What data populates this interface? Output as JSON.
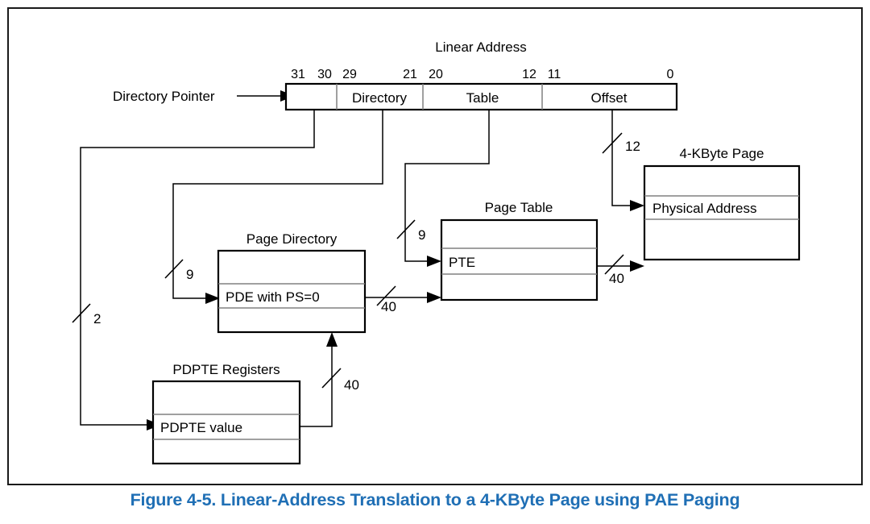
{
  "figure": {
    "caption": "Figure 4-5.  Linear-Address Translation to a 4-KByte Page using PAE Paging",
    "caption_color": "#1F6FB5",
    "title": "Linear Address",
    "source_label": "Directory Pointer"
  },
  "linear_address": {
    "title": "Linear Address",
    "bit_labels": [
      "31",
      "30",
      "29",
      "21",
      "20",
      "12",
      "11",
      "0"
    ],
    "fields": [
      {
        "name": "",
        "label": "",
        "high_bit": "31",
        "low_bit": "30"
      },
      {
        "name": "directory",
        "label": "Directory",
        "high_bit": "29",
        "low_bit": "21"
      },
      {
        "name": "table",
        "label": "Table",
        "high_bit": "20",
        "low_bit": "12"
      },
      {
        "name": "offset",
        "label": "Offset",
        "high_bit": "11",
        "low_bit": "0"
      }
    ]
  },
  "structures": [
    {
      "id": "pdpte-registers",
      "title": "PDPTE Registers",
      "entry": "PDPTE value"
    },
    {
      "id": "page-directory",
      "title": "Page Directory",
      "entry": "PDE with PS=0"
    },
    {
      "id": "page-table",
      "title": "Page Table",
      "entry": "PTE"
    },
    {
      "id": "physical-page",
      "title": "4-KByte Page",
      "entry": "Physical Address"
    }
  ],
  "bus_widths": [
    {
      "id": "pdpte-index",
      "bits": "2"
    },
    {
      "id": "directory-index",
      "bits": "9"
    },
    {
      "id": "table-index",
      "bits": "9"
    },
    {
      "id": "offset-bits",
      "bits": "12"
    },
    {
      "id": "pdpte-to-pagedir",
      "bits": "40"
    },
    {
      "id": "pde-to-pagetable",
      "bits": "40"
    },
    {
      "id": "pte-to-page",
      "bits": "40"
    }
  ]
}
